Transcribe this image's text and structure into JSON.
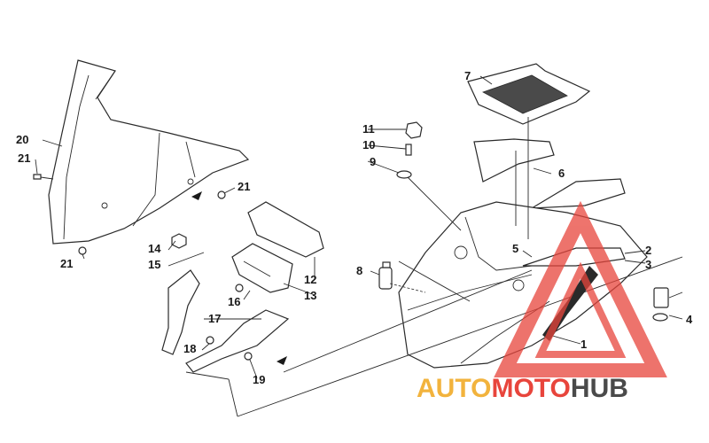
{
  "callouts": [
    {
      "id": "1",
      "label": "1"
    },
    {
      "id": "2",
      "label": "2"
    },
    {
      "id": "3",
      "label": "3"
    },
    {
      "id": "4",
      "label": "4"
    },
    {
      "id": "5",
      "label": "5"
    },
    {
      "id": "6",
      "label": "6"
    },
    {
      "id": "7",
      "label": "7"
    },
    {
      "id": "8",
      "label": "8"
    },
    {
      "id": "9",
      "label": "9"
    },
    {
      "id": "10",
      "label": "10"
    },
    {
      "id": "11",
      "label": "11"
    },
    {
      "id": "12",
      "label": "12"
    },
    {
      "id": "13",
      "label": "13"
    },
    {
      "id": "14",
      "label": "14"
    },
    {
      "id": "15",
      "label": "15"
    },
    {
      "id": "16",
      "label": "16"
    },
    {
      "id": "17",
      "label": "17"
    },
    {
      "id": "18",
      "label": "18"
    },
    {
      "id": "19",
      "label": "19"
    },
    {
      "id": "20",
      "label": "20"
    },
    {
      "id": "21a",
      "label": "21"
    },
    {
      "id": "21b",
      "label": "21"
    },
    {
      "id": "21c",
      "label": "21"
    }
  ],
  "watermark": {
    "part1": "AUTO",
    "part2": "MOTO",
    "part3": "HUB",
    "color_auto": "#f2b33d",
    "color_moto": "#e8453c",
    "color_hub": "#4a4a4a",
    "triangle_color": "#e8453c"
  }
}
